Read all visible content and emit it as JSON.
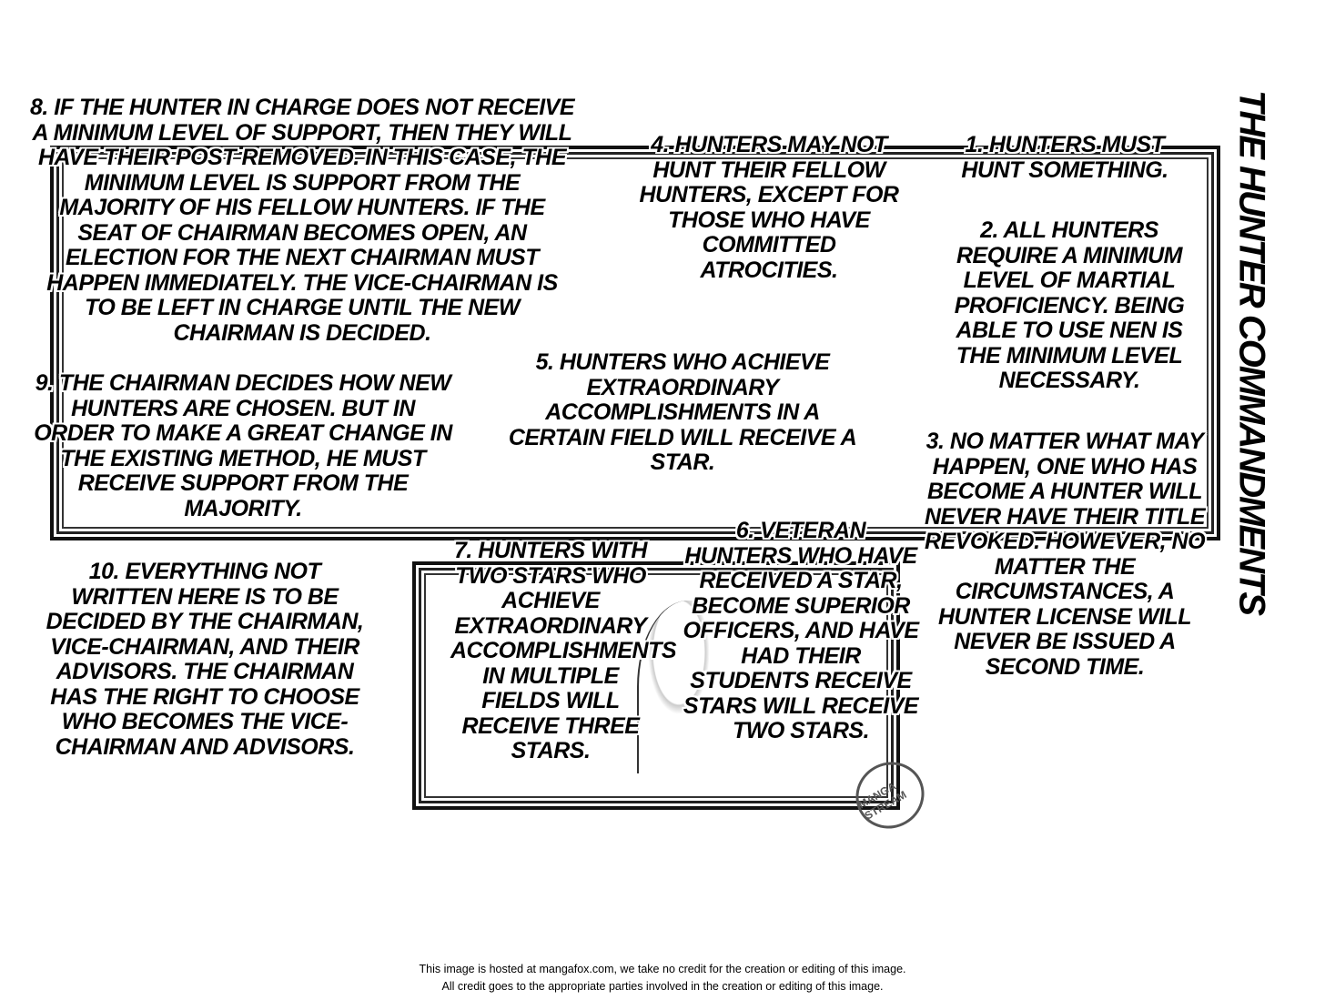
{
  "title": "THE HUNTER COMMANDMENTS",
  "commandments": [
    {
      "id": "1",
      "text": "1. HUNTERS MUST HUNT SOMETHING."
    },
    {
      "id": "2",
      "text": "2. ALL HUNTERS REQUIRE A MINIMUM LEVEL OF MARTIAL PROFICIENCY. BEING ABLE TO USE NEN IS THE MINIMUM LEVEL NECESSARY."
    },
    {
      "id": "3",
      "text": "3. NO MATTER WHAT MAY HAPPEN, ONE WHO HAS BECOME A HUNTER WILL NEVER HAVE THEIR TITLE REVOKED. HOWEVER, NO MATTER THE CIRCUMSTANCES, A HUNTER LICENSE WILL NEVER BE ISSUED A SECOND TIME."
    },
    {
      "id": "4",
      "text": "4. HUNTERS MAY NOT HUNT THEIR FELLOW HUNTERS, EXCEPT FOR THOSE WHO HAVE COMMITTED ATROCITIES."
    },
    {
      "id": "5",
      "text": "5. HUNTERS WHO ACHIEVE EXTRAORDINARY ACCOMPLISHMENTS IN A CERTAIN FIELD WILL RECEIVE A STAR."
    },
    {
      "id": "6",
      "text": "6. VETERAN HUNTERS WHO HAVE RECEIVED A STAR, BECOME SUPERIOR OFFICERS, AND HAVE HAD THEIR STUDENTS RECEIVE STARS WILL RECEIVE TWO STARS."
    },
    {
      "id": "7",
      "text": "7. HUNTERS WITH TWO STARS WHO ACHIEVE EXTRAORDINARY ACCOMPLISHMENTS IN MULTIPLE FIELDS WILL RECEIVE THREE STARS."
    },
    {
      "id": "8",
      "text": "8. IF THE HUNTER IN CHARGE DOES NOT RECEIVE A MINIMUM LEVEL OF SUPPORT, THEN THEY WILL HAVE THEIR POST REMOVED. IN THIS CASE, THE MINIMUM LEVEL IS SUPPORT FROM THE MAJORITY OF HIS FELLOW HUNTERS. IF THE SEAT OF CHAIRMAN BECOMES OPEN, AN ELECTION FOR THE NEXT CHAIRMAN MUST HAPPEN IMMEDIATELY. THE VICE-CHAIRMAN IS TO BE LEFT IN CHARGE UNTIL THE NEW CHAIRMAN IS DECIDED."
    },
    {
      "id": "9",
      "text": "9. THE CHAIRMAN DECIDES HOW NEW HUNTERS ARE CHOSEN. BUT IN ORDER TO MAKE A GREAT CHANGE IN THE EXISTING METHOD, HE MUST RECEIVE SUPPORT FROM THE MAJORITY."
    },
    {
      "id": "10",
      "text": "10. EVERYTHING NOT WRITTEN HERE IS TO BE DECIDED BY THE CHAIRMAN, VICE-CHAIRMAN, AND THEIR ADVISORS. THE CHAIRMAN HAS THE RIGHT TO CHOOSE WHO BECOMES THE VICE-CHAIRMAN AND ADVISORS."
    }
  ],
  "watermark": "MANGA STREAM",
  "credits": [
    "This image is hosted at mangafox.com, we take no credit for the creation or editing of this image.",
    "All credit goes to the appropriate parties involved in the creation or editing of this image."
  ]
}
